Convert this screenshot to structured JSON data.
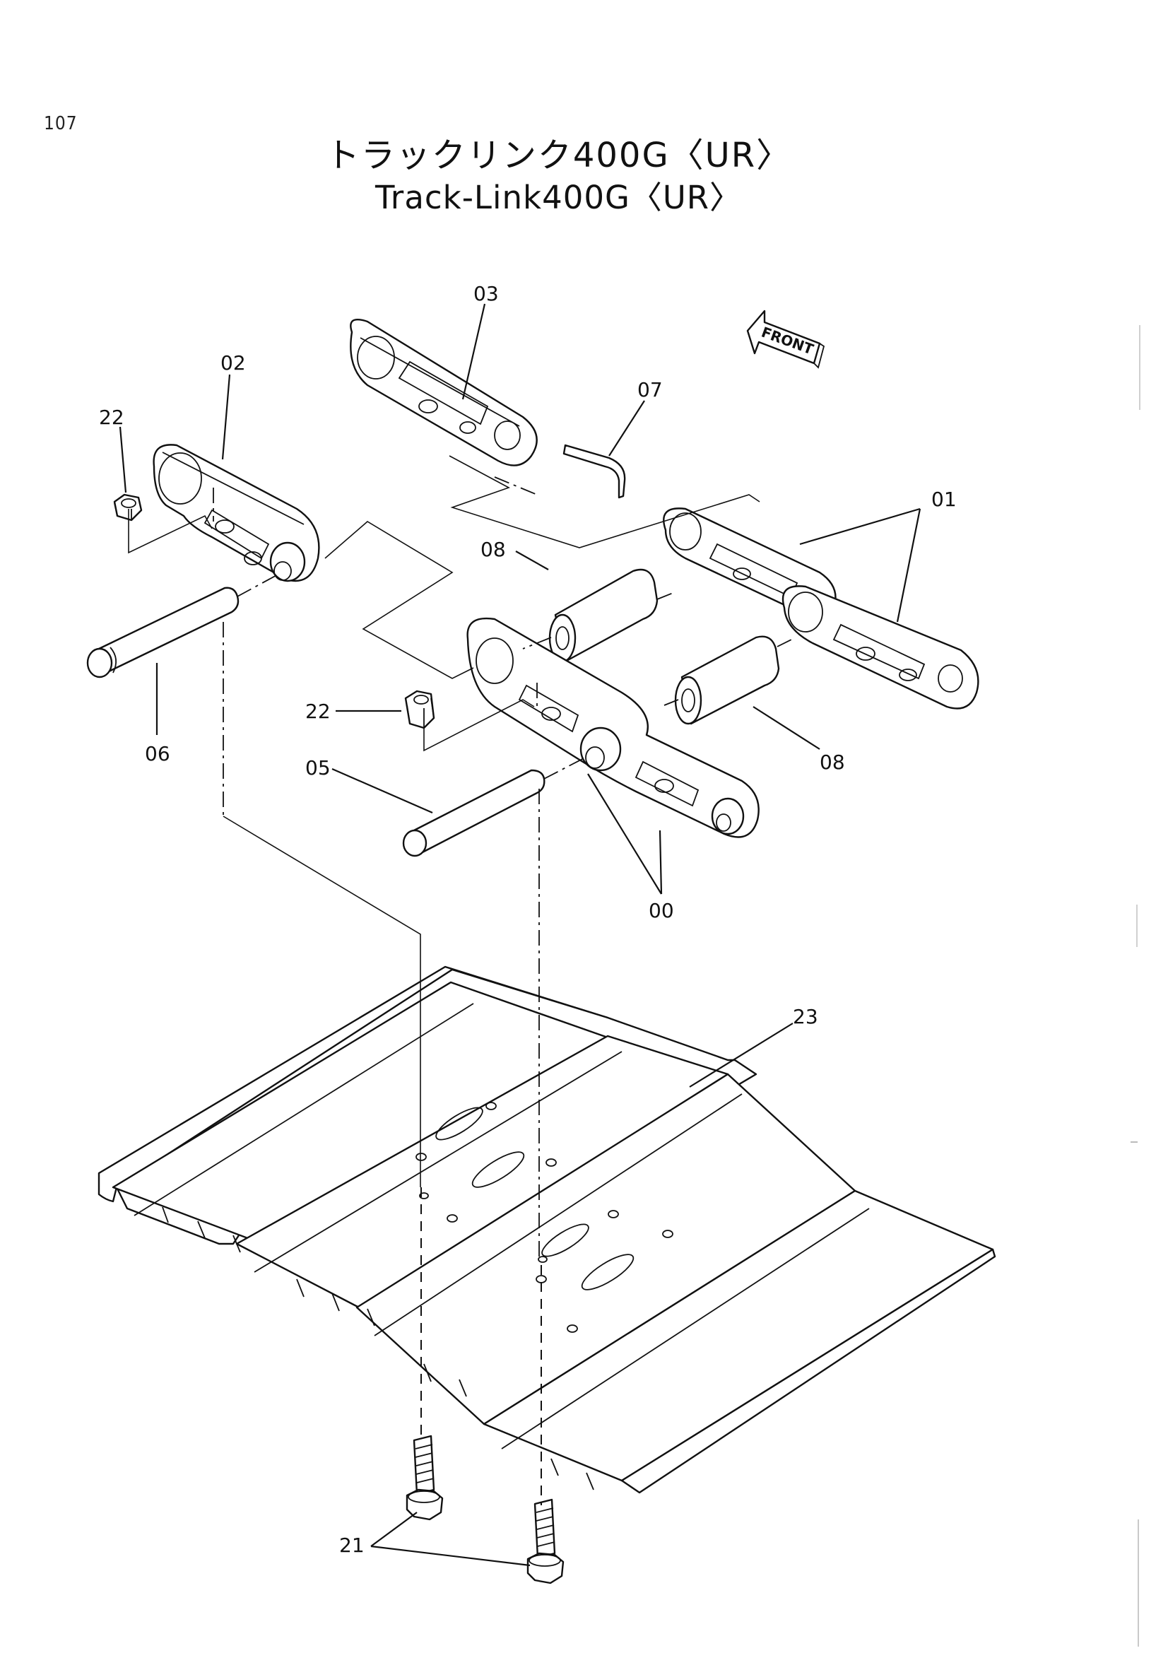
{
  "page": {
    "number": "107"
  },
  "title": {
    "japanese": "トラックリンク400G〈UR〉",
    "english": "Track-Link400G〈UR〉"
  },
  "front_marker": "FRONT",
  "callouts": [
    {
      "id": "00",
      "text": "00"
    },
    {
      "id": "01",
      "text": "01"
    },
    {
      "id": "02",
      "text": "02"
    },
    {
      "id": "03",
      "text": "03"
    },
    {
      "id": "05",
      "text": "05"
    },
    {
      "id": "06",
      "text": "06"
    },
    {
      "id": "07",
      "text": "07"
    },
    {
      "id": "08a",
      "text": "08"
    },
    {
      "id": "08b",
      "text": "08"
    },
    {
      "id": "21",
      "text": "21"
    },
    {
      "id": "22a",
      "text": "22"
    },
    {
      "id": "22b",
      "text": "22"
    },
    {
      "id": "23",
      "text": "23"
    }
  ]
}
